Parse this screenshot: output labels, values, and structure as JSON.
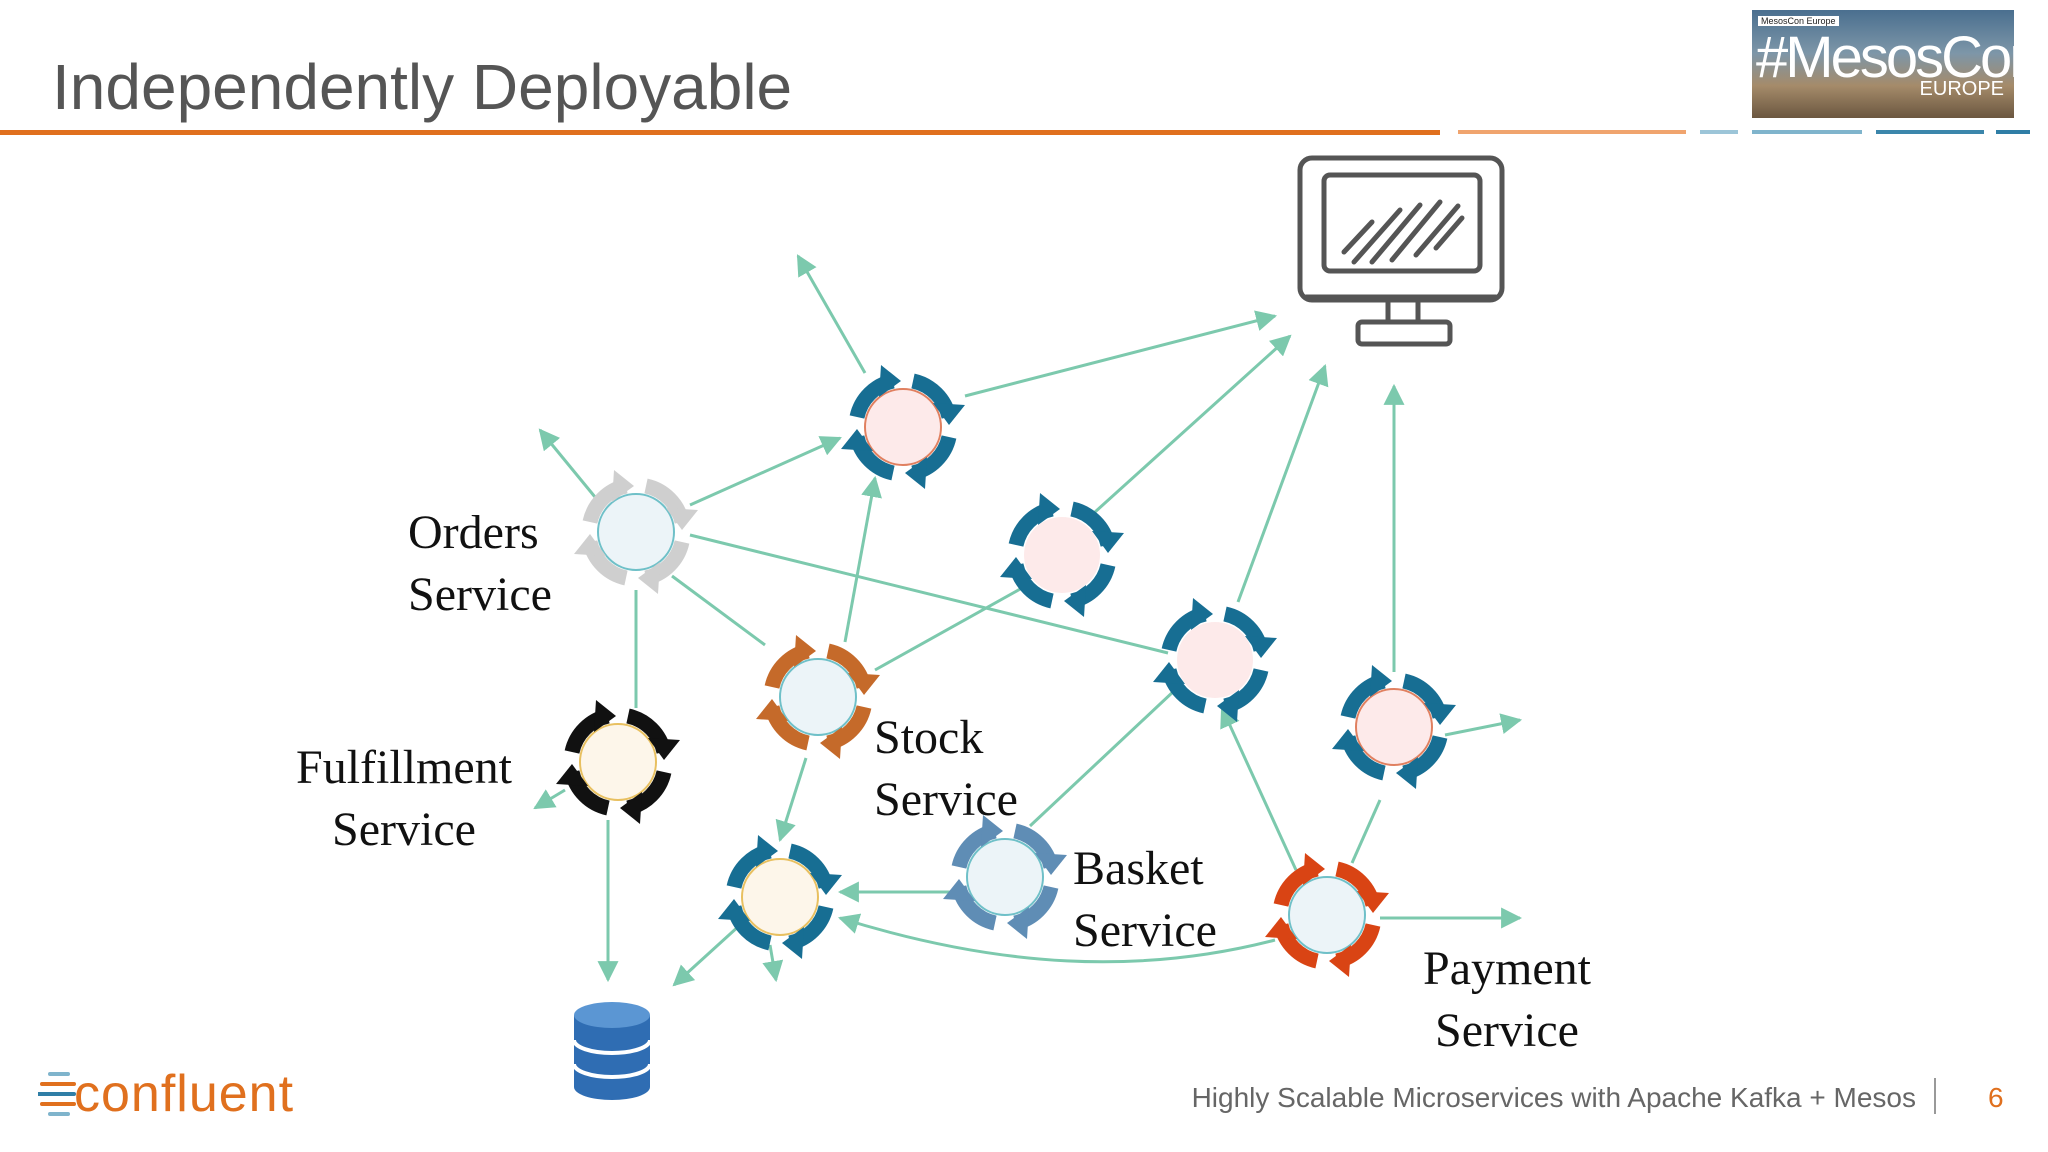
{
  "slide": {
    "title": "Independently Deployable",
    "footer": "Highly Scalable Microservices with Apache Kafka + Mesos",
    "page_number": "6"
  },
  "logo": {
    "small_text": "MesosCon Europe",
    "hashtag": "#MesosCon",
    "region": "EUROPE"
  },
  "brand": {
    "name": "confluent"
  },
  "labels": {
    "orders": [
      "Orders",
      "Service"
    ],
    "fulfillment": [
      "Fulfillment",
      "Service"
    ],
    "stock": [
      "Stock",
      "Service"
    ],
    "basket": [
      "Basket",
      "Service"
    ],
    "payment": [
      "Payment",
      "Service"
    ]
  },
  "colors": {
    "accent_orange": "#e0701e",
    "edge": "#7cc9ad",
    "node_teal": "#176e93",
    "node_gray": "#cfcfcf",
    "node_black": "#111111",
    "node_copper": "#c56a2a",
    "node_steel": "#5f8db5",
    "node_red": "#d94414",
    "database": "#2f6db3"
  },
  "icons": [
    "monitor-icon",
    "database-icon",
    "service-cycle-icon"
  ]
}
